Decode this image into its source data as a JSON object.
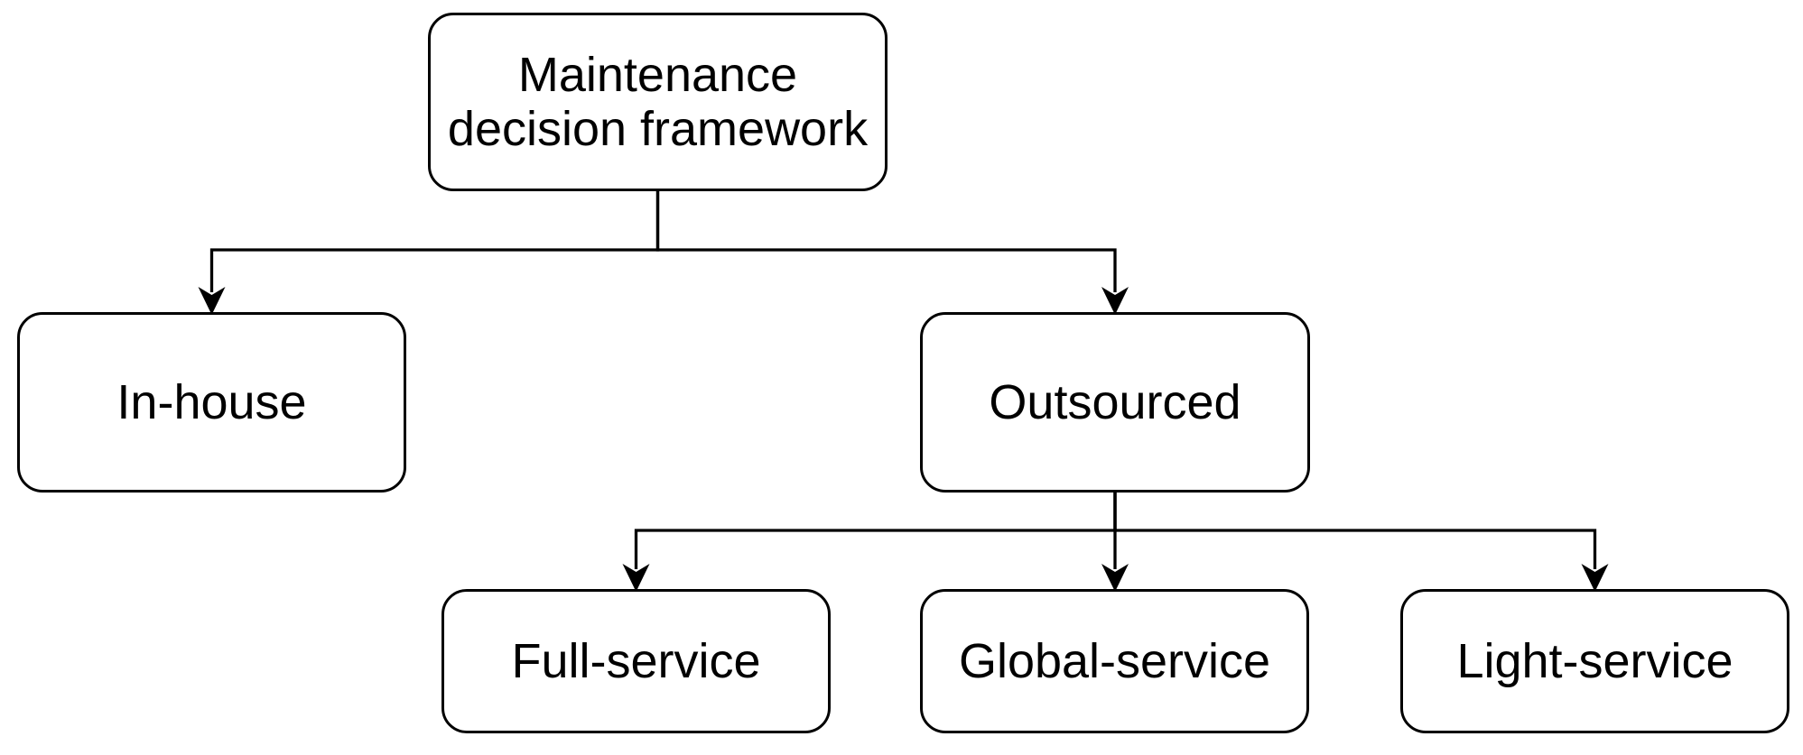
{
  "figure": {
    "type": "tree-flowchart",
    "title": "Maintenance decision framework",
    "background_color": "#ffffff",
    "stroke_color": "#000000",
    "text_color": "#000000"
  },
  "nodes": {
    "root": {
      "label": "Maintenance decision framework",
      "line1": "Maintenance",
      "line2": "decision framework"
    },
    "in_house": {
      "label": "In-house"
    },
    "outsourced": {
      "label": "Outsourced"
    },
    "full_service": {
      "label": "Full-service"
    },
    "global_service": {
      "label": "Global-service"
    },
    "light_service": {
      "label": "Light-service"
    }
  },
  "edges": [
    {
      "from": "Maintenance decision framework",
      "to": "In-house"
    },
    {
      "from": "Maintenance decision framework",
      "to": "Outsourced"
    },
    {
      "from": "Outsourced",
      "to": "Full-service"
    },
    {
      "from": "Outsourced",
      "to": "Global-service"
    },
    {
      "from": "Outsourced",
      "to": "Light-service"
    }
  ]
}
